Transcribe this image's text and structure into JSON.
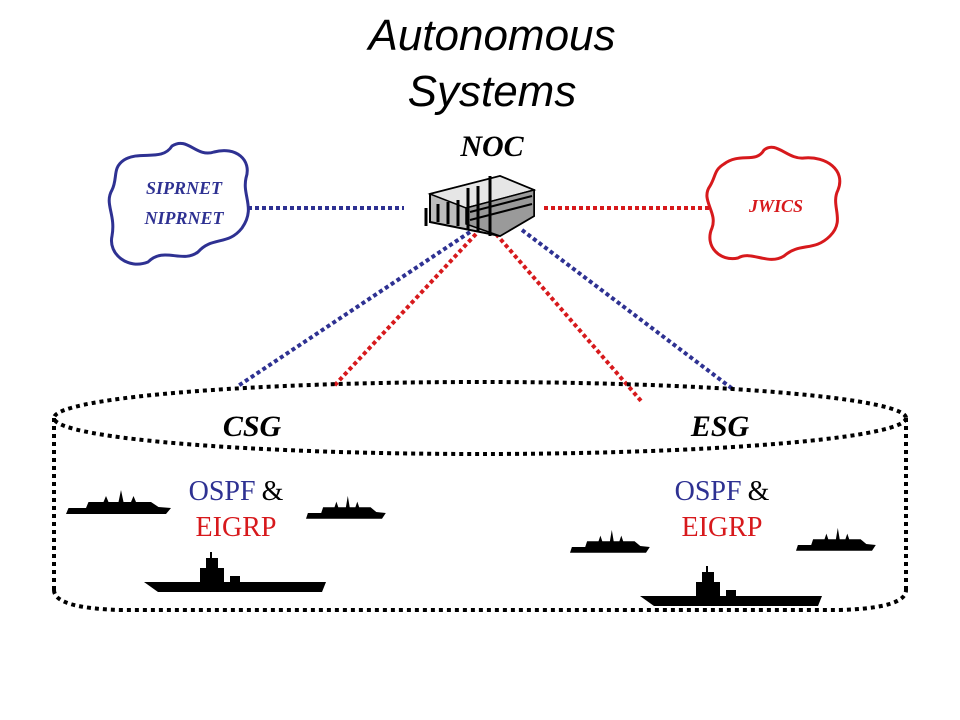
{
  "title": {
    "line1": "Autonomous",
    "line2": "Systems"
  },
  "noc": {
    "label": "NOC"
  },
  "clouds": {
    "left": {
      "line1": "SIPRNET",
      "line2": "NIPRNET",
      "color": "#2e3192"
    },
    "right": {
      "label": "JWICS",
      "color": "#d7191c"
    }
  },
  "groups": {
    "csg": {
      "label": "CSG",
      "protocol1": "OSPF",
      "connector": "&",
      "protocol2": "EIGRP"
    },
    "esg": {
      "label": "ESG",
      "protocol1": "OSPF",
      "connector": "&",
      "protocol2": "EIGRP"
    }
  },
  "colors": {
    "blue_link": "#2e3192",
    "red_link": "#d7191c",
    "ospf_text": "#2e3192",
    "eigrp_text": "#d7191c",
    "boundary": "#000000"
  }
}
